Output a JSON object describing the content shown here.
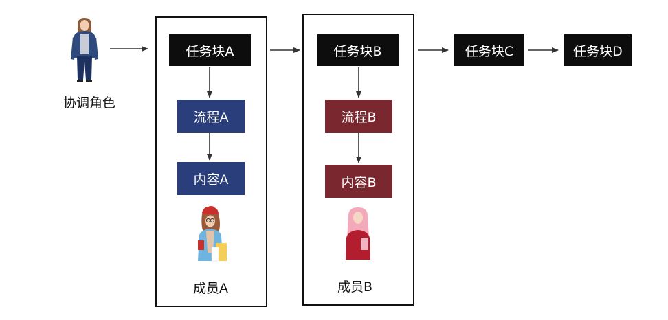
{
  "colors": {
    "task_block": "#0d0d0d",
    "member_a_box": "#2b3e7c",
    "member_b_box": "#7a2730",
    "arrow": "#333333",
    "frame": "#111111"
  },
  "coordinator": {
    "label": "协调角色",
    "icon": "coordinator-person-icon"
  },
  "column_a": {
    "task_block": "任务块A",
    "process": "流程A",
    "content": "内容A",
    "member": "成员A",
    "icon": "member-a-person-icon"
  },
  "column_b": {
    "task_block": "任务块B",
    "process": "流程B",
    "content": "内容B",
    "member": "成员B",
    "icon": "member-b-person-icon"
  },
  "task_c": "任务块C",
  "task_d": "任务块D"
}
